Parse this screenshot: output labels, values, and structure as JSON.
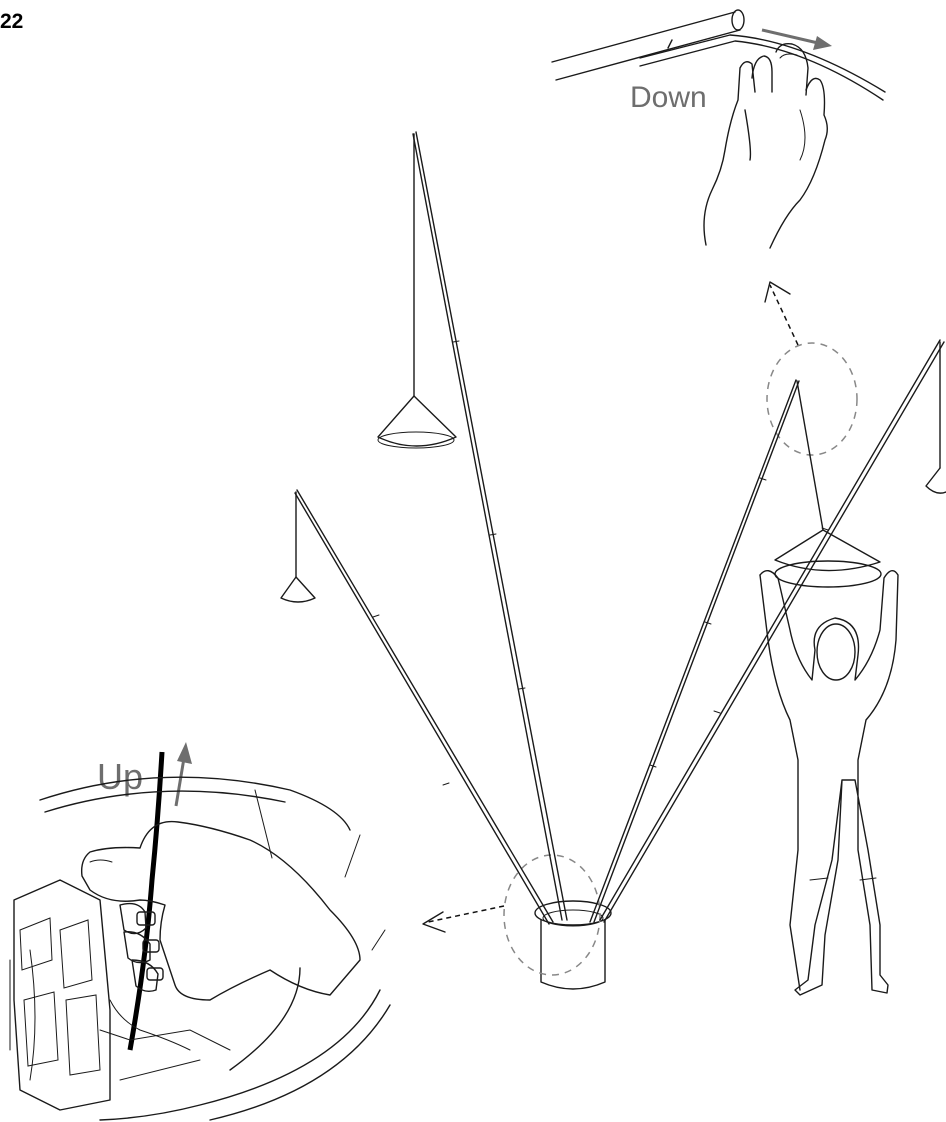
{
  "step_number": "22",
  "labels": {
    "down": "Down",
    "up": "Up"
  },
  "colors": {
    "arrow_grey": "#6e6e6e",
    "line": "#1a1a1a",
    "cable": "#000000"
  }
}
